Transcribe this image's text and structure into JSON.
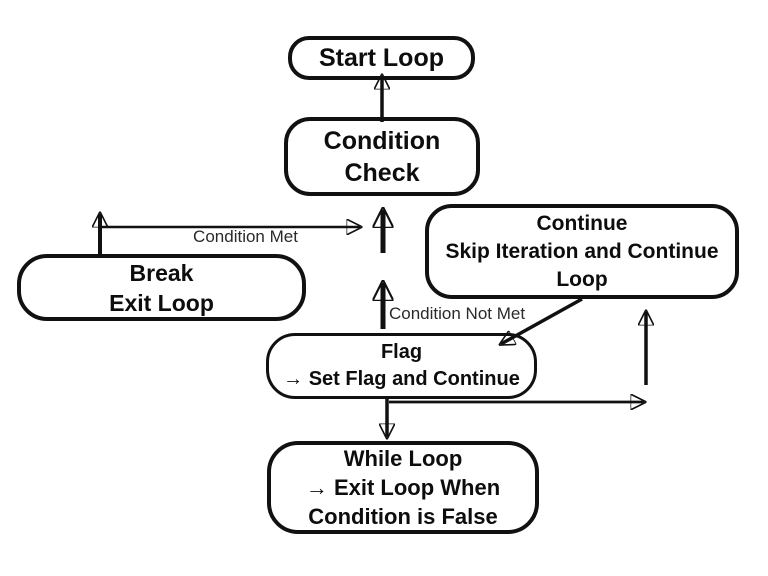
{
  "diagram": {
    "background": "#ffffff",
    "colors": {
      "stroke": "#111111",
      "node_border": "#111111",
      "node_fill": "#ffffff",
      "node_text": "#0d0d0d",
      "edge_label_text": "#2a2a2a"
    },
    "nodes": {
      "start_loop": {
        "line1": "Start Loop"
      },
      "condition_check": {
        "line1": "Condition",
        "line2": "Check"
      },
      "break_node": {
        "line1": "Break",
        "line2": "Exit Loop"
      },
      "continue_node": {
        "line1": "Continue",
        "line2": "Skip Iteration and Continue",
        "line3": "Loop"
      },
      "flag_node": {
        "line1": "Flag",
        "line2": "→ Set Flag and Continue"
      },
      "while_loop": {
        "line1": "While Loop",
        "line2": "→ Exit Loop When",
        "line3": "Condition is False"
      }
    },
    "edge_labels": {
      "condition_met": "Condition Met",
      "condition_not_met": "Condition Not Met"
    },
    "edges": [
      {
        "from": "condition_check",
        "to": "start_loop"
      },
      {
        "from": "break_node",
        "to": "condition_check",
        "label": "Condition Met"
      },
      {
        "from": "flag_node",
        "to": "condition_check",
        "label": "Condition Not Met"
      },
      {
        "from": "continue_node",
        "to": "flag_node"
      },
      {
        "from": "flag_node",
        "to": "while_loop"
      },
      {
        "from": "flag_node",
        "to": "continue_node"
      }
    ]
  }
}
